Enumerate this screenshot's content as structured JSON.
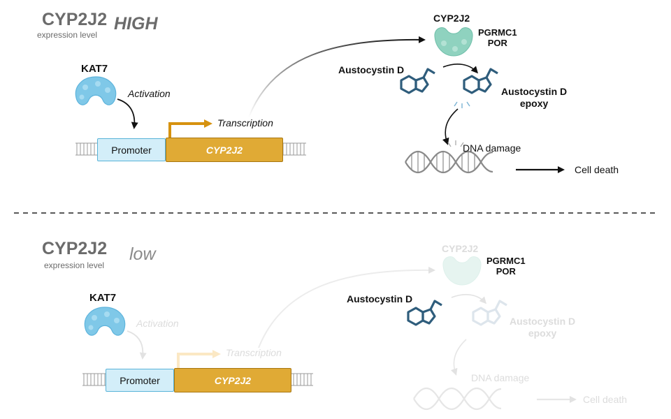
{
  "high_panel": {
    "title": "CYP2J2",
    "subtitle": "expression level",
    "level": "HIGH",
    "kat7_label": "KAT7",
    "activation_label": "Activation",
    "promoter_label": "Promoter",
    "gene_label": "CYP2J2",
    "transcription_label": "Transcription",
    "enzyme_label": "CYP2J2",
    "cofactors_label_1": "PGRMC1",
    "cofactors_label_2": "POR",
    "substrate_label": "Austocystin D",
    "product_label_1": "Austocystin D",
    "product_label_2": "epoxy",
    "dna_damage_label": "DNA damage",
    "cell_death_label": "Cell death"
  },
  "low_panel": {
    "title": "CYP2J2",
    "subtitle": "expression level",
    "level": "low",
    "kat7_label": "KAT7",
    "activation_label": "Activation",
    "promoter_label": "Promoter",
    "gene_label": "CYP2J2",
    "transcription_label": "Transcription",
    "enzyme_label": "CYP2J2",
    "cofactors_label_1": "PGRMC1",
    "cofactors_label_2": "POR",
    "substrate_label": "Austocystin D",
    "product_label_1": "Austocystin D",
    "product_label_2": "epoxy",
    "dna_damage_label": "DNA damage",
    "cell_death_label": "Cell death"
  },
  "colors": {
    "kat7_protein": "#7fc8e8",
    "cyp2j2_protein": "#8fd2bf",
    "promoter_fill": "#d3eef9",
    "gene_fill": "#e0aa35",
    "transcription_arrow": "#d6920f",
    "molecule": "#2f5d7c",
    "faded": "#dcdcdc"
  }
}
